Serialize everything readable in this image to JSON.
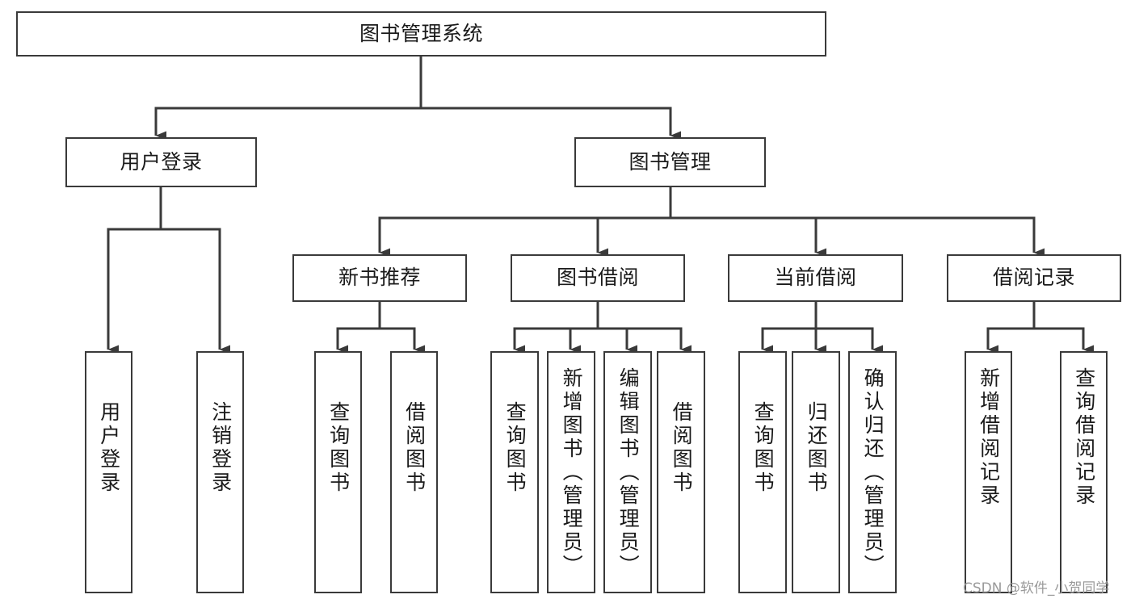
{
  "diagram": {
    "title": "图书管理系统",
    "type": "hierarchy-tree",
    "watermark": "CSDN @软件_小贺同学",
    "nodes": {
      "root": {
        "label": "图书管理系统"
      },
      "l2": [
        {
          "id": "user-login",
          "label": "用户登录"
        },
        {
          "id": "book-manage",
          "label": "图书管理"
        }
      ],
      "l3": [
        {
          "id": "new-book-rec",
          "label": "新书推荐"
        },
        {
          "id": "book-borrow",
          "label": "图书借阅"
        },
        {
          "id": "current-borrow",
          "label": "当前借阅"
        },
        {
          "id": "borrow-record",
          "label": "借阅记录"
        }
      ],
      "leaves": {
        "user-login": [
          {
            "id": "leaf-user-login",
            "label": "用户登录"
          },
          {
            "id": "leaf-logout",
            "label": "注销登录"
          }
        ],
        "new-book-rec": [
          {
            "id": "leaf-query-book-1",
            "label": "查询图书"
          },
          {
            "id": "leaf-borrow-book-1",
            "label": "借阅图书"
          }
        ],
        "book-borrow": [
          {
            "id": "leaf-query-book-2",
            "label": "查询图书"
          },
          {
            "id": "leaf-add-book",
            "label": "新增图书（管理员）"
          },
          {
            "id": "leaf-edit-book",
            "label": "编辑图书（管理员）"
          },
          {
            "id": "leaf-borrow-book-2",
            "label": "借阅图书"
          }
        ],
        "current-borrow": [
          {
            "id": "leaf-query-book-3",
            "label": "查询图书"
          },
          {
            "id": "leaf-return-book",
            "label": "归还图书"
          },
          {
            "id": "leaf-confirm-return",
            "label": "确认归还（管理员）"
          }
        ],
        "borrow-record": [
          {
            "id": "leaf-add-record",
            "label": "新增借阅记录"
          },
          {
            "id": "leaf-query-record",
            "label": "查询借阅记录"
          }
        ]
      }
    },
    "colors": {
      "stroke": "#3a3a3a",
      "fill": "#ffffff",
      "text": "#1a1a1a",
      "watermark": "#9a9a9a"
    }
  }
}
